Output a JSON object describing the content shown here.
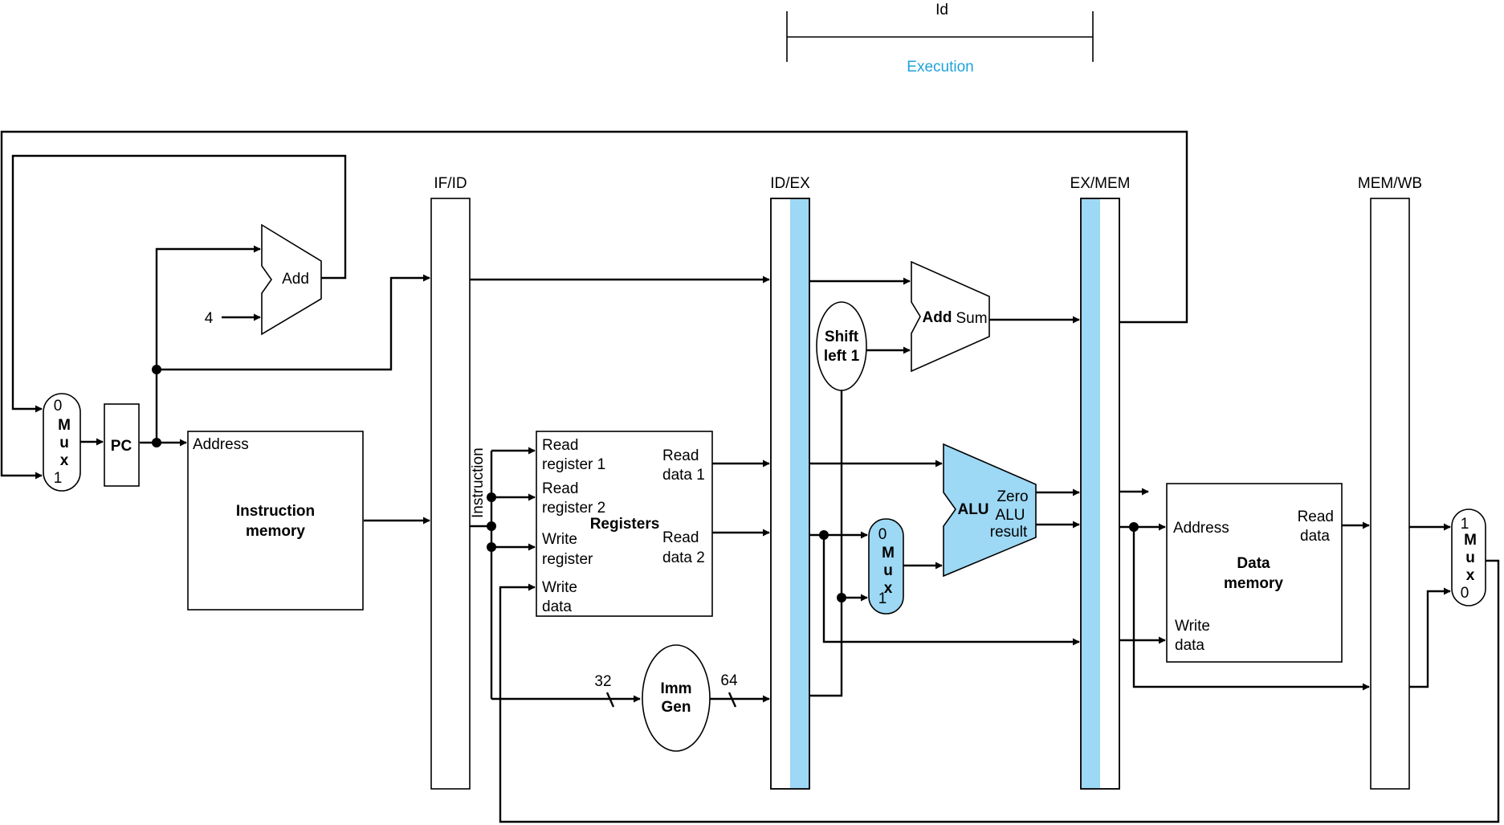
{
  "header": {
    "stage_top": "Id",
    "stage_bottom": "Execution",
    "highlight_color": "#1fa3dc",
    "component_fill": "#9dd8f4"
  },
  "pipeline_registers": {
    "if_id": "IF/ID",
    "id_ex": "ID/EX",
    "ex_mem": "EX/MEM",
    "mem_wb": "MEM/WB"
  },
  "pc_mux": {
    "in0": "0",
    "in1": "1",
    "m": "M",
    "u": "u",
    "x": "x"
  },
  "pc": {
    "label": "PC"
  },
  "pc_adder": {
    "label": "Add",
    "constant": "4"
  },
  "instruction_memory": {
    "address": "Address",
    "title_line1": "Instruction",
    "title_line2": "memory"
  },
  "instruction_bus": {
    "label": "Instruction"
  },
  "registers": {
    "read_reg1_l1": "Read",
    "read_reg1_l2": "register 1",
    "read_reg2_l1": "Read",
    "read_reg2_l2": "register 2",
    "write_reg_l1": "Write",
    "write_reg_l2": "register",
    "write_data_l1": "Write",
    "write_data_l2": "data",
    "title": "Registers",
    "read_data1_l1": "Read",
    "read_data1_l2": "data 1",
    "read_data2_l1": "Read",
    "read_data2_l2": "data 2"
  },
  "imm_gen": {
    "line1": "Imm",
    "line2": "Gen",
    "in_width": "32",
    "out_width": "64"
  },
  "shift": {
    "line1": "Shift",
    "line2": "left 1"
  },
  "branch_adder": {
    "label": "Add",
    "output": "Sum"
  },
  "alu_mux": {
    "in0": "0",
    "in1": "1",
    "m": "M",
    "u": "u",
    "x": "x"
  },
  "alu": {
    "label": "ALU",
    "zero": "Zero",
    "result_l1": "ALU",
    "result_l2": "result"
  },
  "data_memory": {
    "address": "Address",
    "read_l1": "Read",
    "read_l2": "data",
    "title_line1": "Data",
    "title_line2": "memory",
    "write_l1": "Write",
    "write_l2": "data"
  },
  "wb_mux": {
    "in1": "1",
    "in0": "0",
    "m": "M",
    "u": "u",
    "x": "x"
  }
}
